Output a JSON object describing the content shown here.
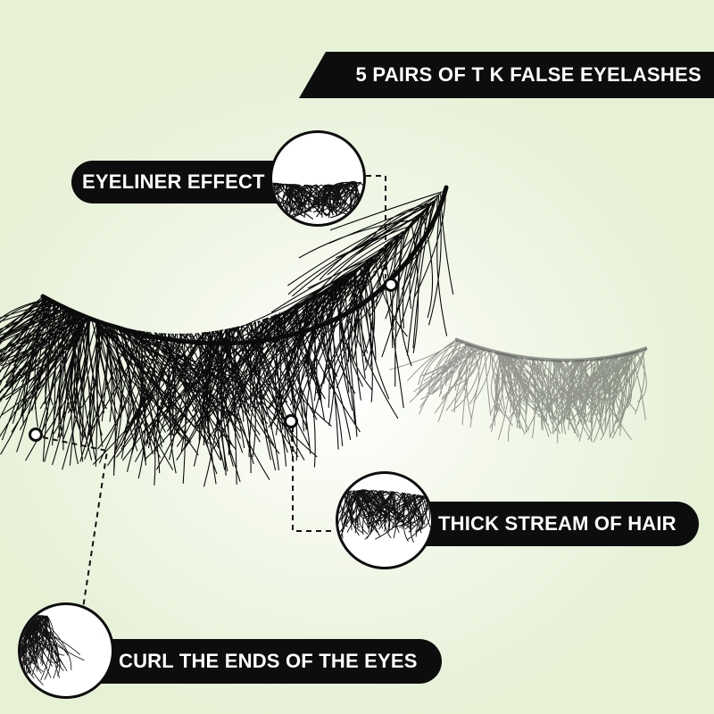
{
  "banner": {
    "text": "5 PAIRS OF T K FALSE EYELASHES"
  },
  "callouts": {
    "eyeliner": "EYELINER EFFECT",
    "thick": "THICK STREAM OF HAIR",
    "curl": "CURL THE ENDS OF THE EYES"
  },
  "colors": {
    "label_bg": "#0d0d0d",
    "label_text": "#ffffff",
    "background": "#e6f1d6"
  }
}
